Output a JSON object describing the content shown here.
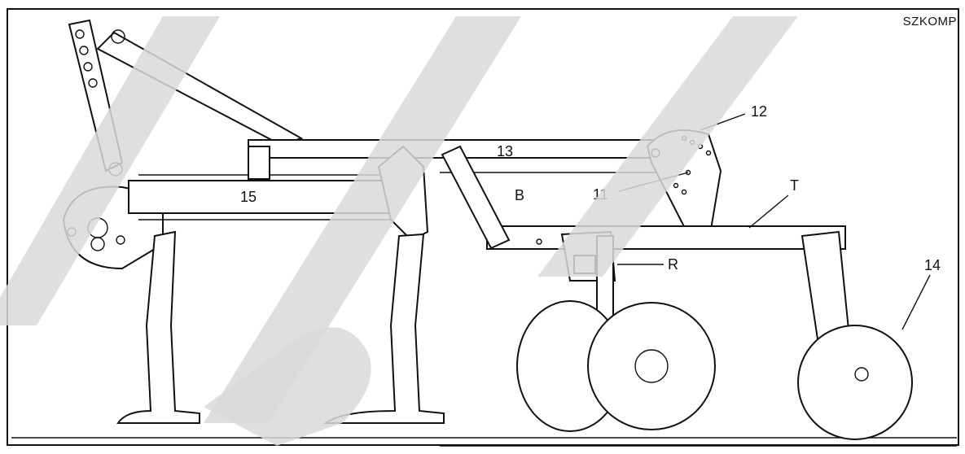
{
  "brand": "SZKOMP",
  "labels": {
    "l12": "12",
    "l13": "13",
    "l11": "11",
    "lT": "T",
    "lB": "B",
    "l15": "15",
    "lR": "R",
    "l14": "14"
  },
  "colors": {
    "line": "#111111",
    "watermark": "#d9d9d9",
    "background": "#ffffff"
  }
}
